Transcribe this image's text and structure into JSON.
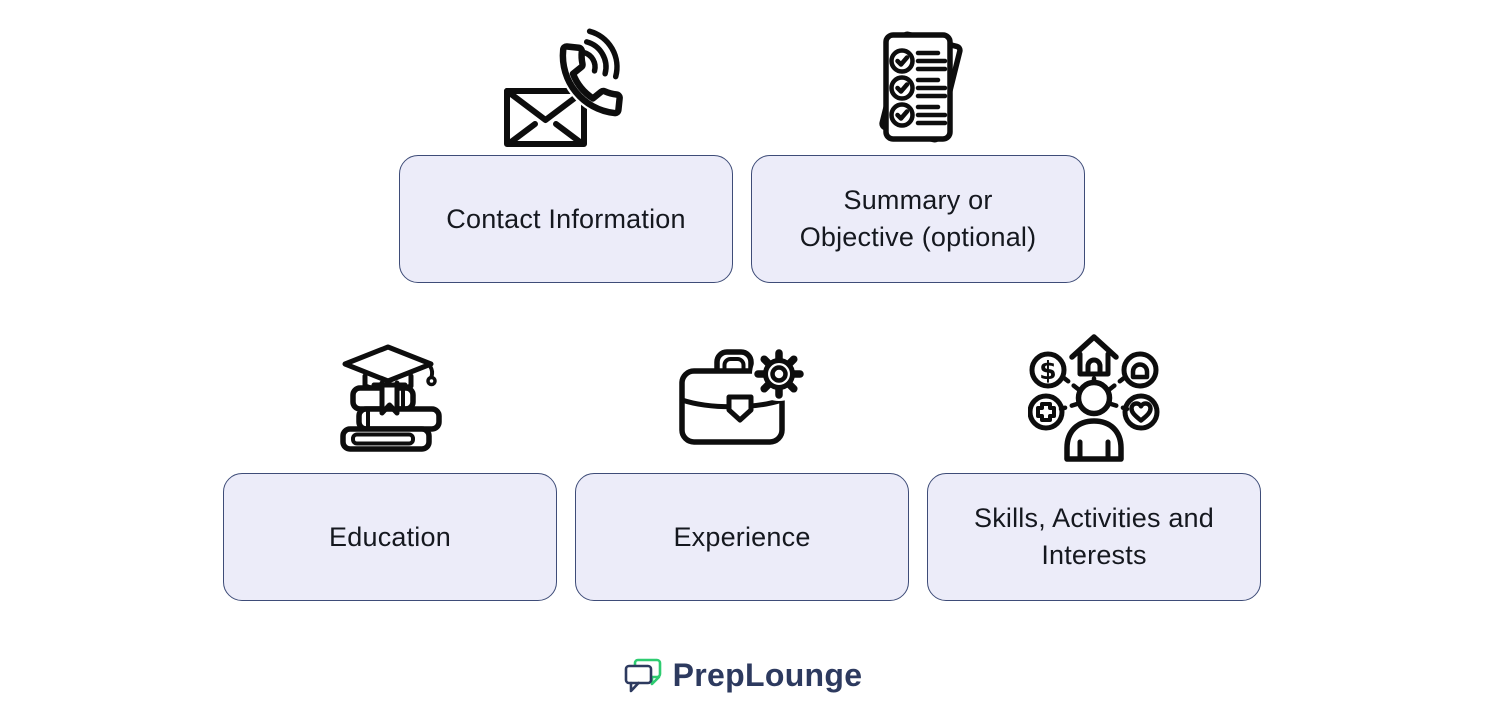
{
  "colors": {
    "card_bg": "#ECECF9",
    "card_border": "#3E4C78",
    "card_text": "#15181F",
    "icon_stroke": "#0D0D0D",
    "logo_navy": "#2D3A5F",
    "logo_green": "#2ECC71"
  },
  "cards": {
    "row1": [
      {
        "label": "Contact Information",
        "icon": "mail-phone-icon"
      },
      {
        "label": "Summary or\nObjective (optional)",
        "icon": "checklist-icon"
      }
    ],
    "row2": [
      {
        "label": "Education",
        "icon": "books-graduation-cap-icon"
      },
      {
        "label": "Experience",
        "icon": "briefcase-gear-icon"
      },
      {
        "label": "Skills, Activities and\nInterests",
        "icon": "person-interests-icon"
      }
    ]
  },
  "footer": {
    "brand": "PrepLounge",
    "logo": "preplounge-speech-bubbles-icon"
  }
}
